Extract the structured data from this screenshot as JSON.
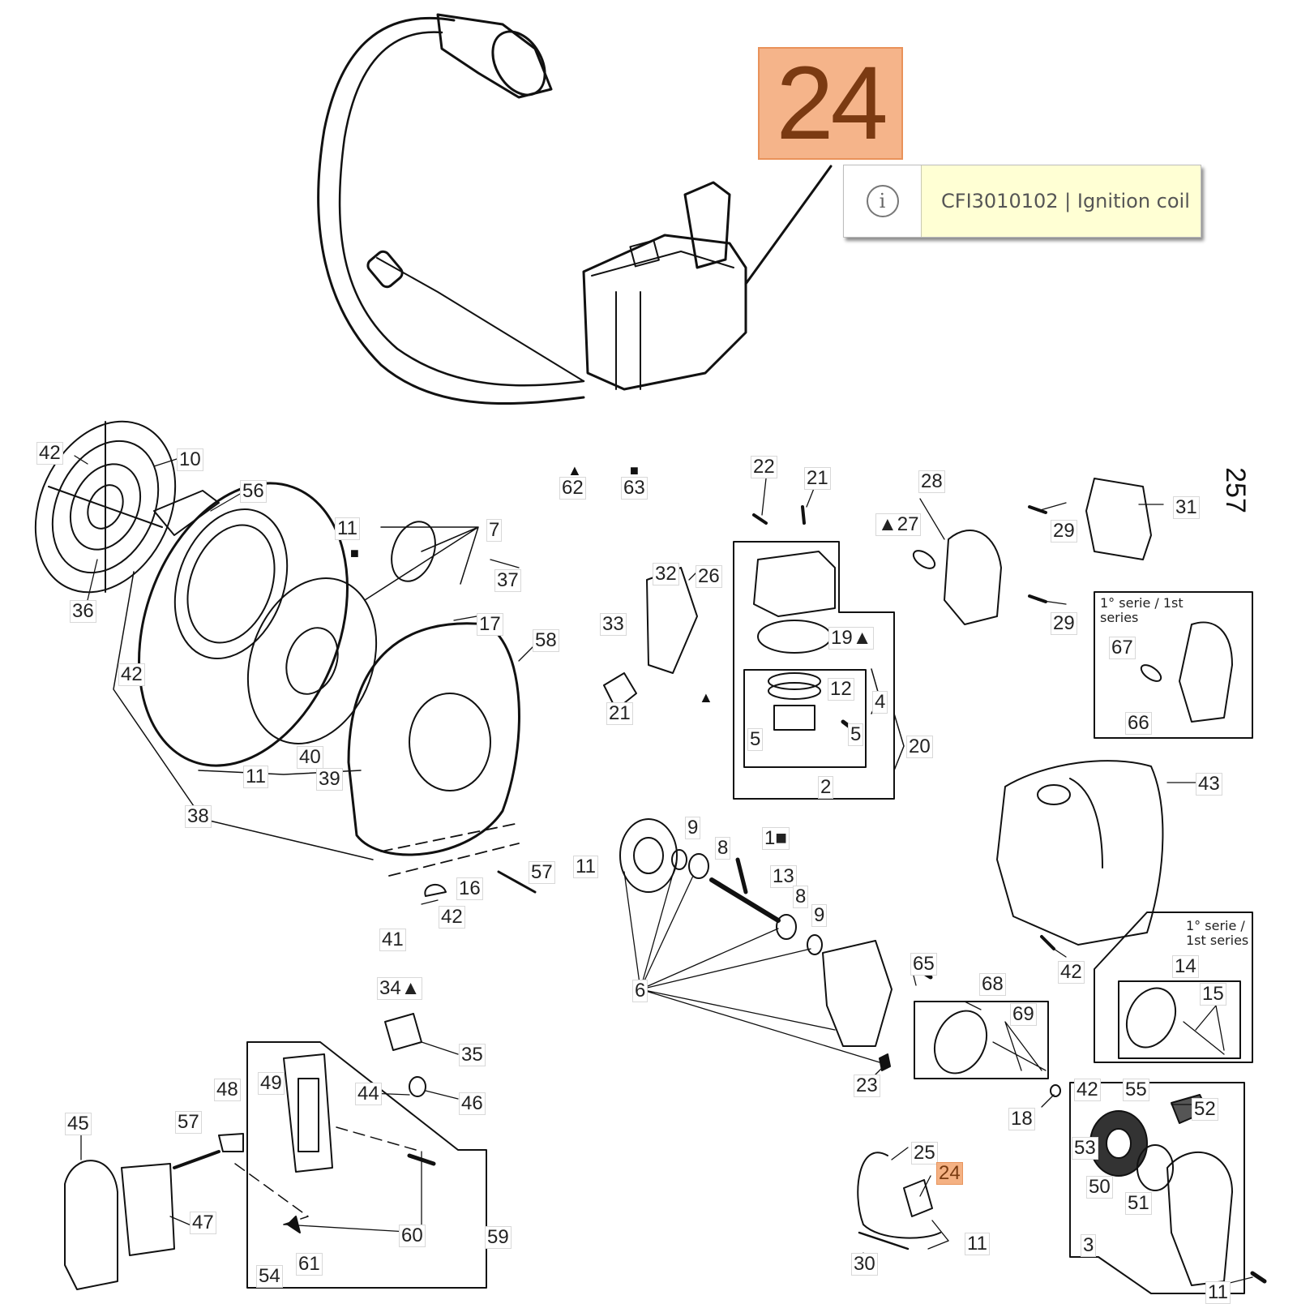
{
  "selected_part": {
    "number": "24",
    "code": "CFI3010102",
    "name": "Ignition coil",
    "tooltip_text": "CFI3010102 | Ignition coil",
    "highlight_color": "#f5b48a",
    "tooltip_bg_color": "#ffffd4"
  },
  "tooltip": {
    "icon": "info-icon",
    "icon_glyph": "i"
  },
  "page_number": "257",
  "legend_marks": [
    {
      "symbol": "▲",
      "symbol_name": "triangle-icon",
      "label": "62"
    },
    {
      "symbol": "■",
      "symbol_name": "square-icon",
      "label": "63"
    }
  ],
  "series_notes": {
    "muffler": "1° serie / 1st series",
    "clutch": "1° serie / 1st series"
  },
  "callouts": [
    {
      "t": "42"
    },
    {
      "t": "10"
    },
    {
      "t": "56"
    },
    {
      "t": "36"
    },
    {
      "t": "11"
    },
    {
      "t": "7"
    },
    {
      "t": "37"
    },
    {
      "t": "17"
    },
    {
      "t": "58"
    },
    {
      "t": "42"
    },
    {
      "t": "11"
    },
    {
      "t": "40"
    },
    {
      "t": "39"
    },
    {
      "t": "38"
    },
    {
      "t": "16"
    },
    {
      "t": "57"
    },
    {
      "t": "42"
    },
    {
      "t": "41"
    },
    {
      "t": "22"
    },
    {
      "t": "21"
    },
    {
      "t": "32"
    },
    {
      "t": "26"
    },
    {
      "t": "33"
    },
    {
      "t": "21"
    },
    {
      "t": "19▲"
    },
    {
      "t": "12"
    },
    {
      "t": "4"
    },
    {
      "t": "5"
    },
    {
      "t": "5"
    },
    {
      "t": "20"
    },
    {
      "t": "2"
    },
    {
      "t": "▲27"
    },
    {
      "t": "28"
    },
    {
      "t": "29"
    },
    {
      "t": "29"
    },
    {
      "t": "31"
    },
    {
      "t": "67"
    },
    {
      "t": "66"
    },
    {
      "t": "43"
    },
    {
      "t": "42"
    },
    {
      "t": "11"
    },
    {
      "t": "9"
    },
    {
      "t": "8"
    },
    {
      "t": "1■"
    },
    {
      "t": "13"
    },
    {
      "t": "8"
    },
    {
      "t": "9"
    },
    {
      "t": "6"
    },
    {
      "t": "65"
    },
    {
      "t": "68"
    },
    {
      "t": "69"
    },
    {
      "t": "14"
    },
    {
      "t": "15"
    },
    {
      "t": "23"
    },
    {
      "t": "34▲"
    },
    {
      "t": "35"
    },
    {
      "t": "44"
    },
    {
      "t": "46"
    },
    {
      "t": "48"
    },
    {
      "t": "49"
    },
    {
      "t": "45"
    },
    {
      "t": "57"
    },
    {
      "t": "47"
    },
    {
      "t": "60"
    },
    {
      "t": "59"
    },
    {
      "t": "54"
    },
    {
      "t": "61"
    },
    {
      "t": "18"
    },
    {
      "t": "42"
    },
    {
      "t": "55"
    },
    {
      "t": "52"
    },
    {
      "t": "53"
    },
    {
      "t": "50"
    },
    {
      "t": "51"
    },
    {
      "t": "3"
    },
    {
      "t": "11"
    },
    {
      "t": "25"
    },
    {
      "t": "24"
    },
    {
      "t": "11"
    },
    {
      "t": "30"
    },
    {
      "t": "▲"
    },
    {
      "t": "■"
    }
  ]
}
